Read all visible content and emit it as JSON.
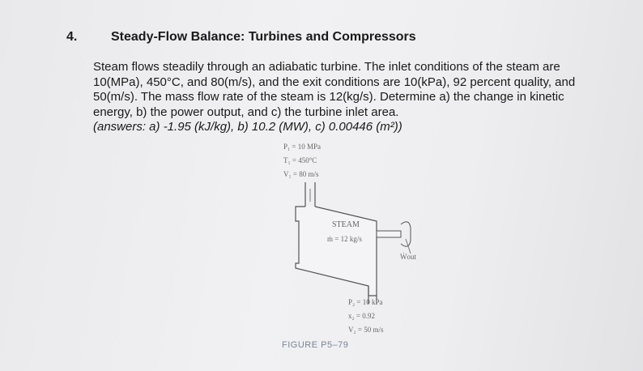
{
  "problem": {
    "number": "4.",
    "title": "Steady-Flow Balance: Turbines and Compressors",
    "lines": [
      "Steam flows steadily through an adiabatic turbine.  The inlet conditions of the steam are",
      "10(MPa), 450°C, and 80(m/s), and the exit conditions are 10(kPa), 92 percent quality, and",
      "50(m/s).  The mass flow rate of the steam is 12(kg/s).  Determine a) the change in kinetic",
      "energy, b) the power output, and c) the turbine inlet area."
    ],
    "answers": "(answers: a)  -1.95 (kJ/kg), b) 10.2 (MW), c) 0.00446 (m²))"
  },
  "figure": {
    "inlet": {
      "p": "P₁ = 10 MPa",
      "t": "T₁ = 450°C",
      "v": "V₁ = 80 m/s"
    },
    "body_label": "STEAM",
    "mass_flow": "ṁ = 12 kg/s",
    "work_label": "Ẇout",
    "exit": {
      "p": "P₂ = 10 kPa",
      "x": "x₂ = 0.92",
      "v": "V₂ = 50 m/s"
    },
    "caption": "FIGURE P5–79"
  }
}
